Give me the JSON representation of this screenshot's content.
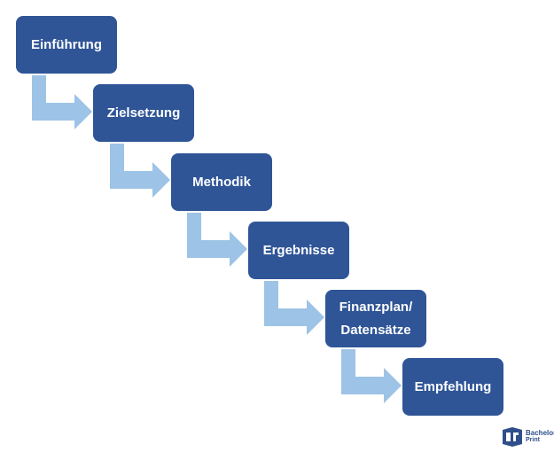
{
  "steps": [
    {
      "label": "Einführung"
    },
    {
      "label": "Zielsetzung"
    },
    {
      "label": "Methodik"
    },
    {
      "label": "Ergebnisse"
    },
    {
      "label": "Finanzplan/\nDatensätze"
    },
    {
      "label": "Empfehlung"
    }
  ],
  "colors": {
    "box": "#2f5597",
    "arrow": "#9dc3e6",
    "text": "#ffffff"
  },
  "logo": {
    "line_1": "Bachelor",
    "line_2": "Print",
    "icon": "bachelorprint-logo-icon"
  }
}
